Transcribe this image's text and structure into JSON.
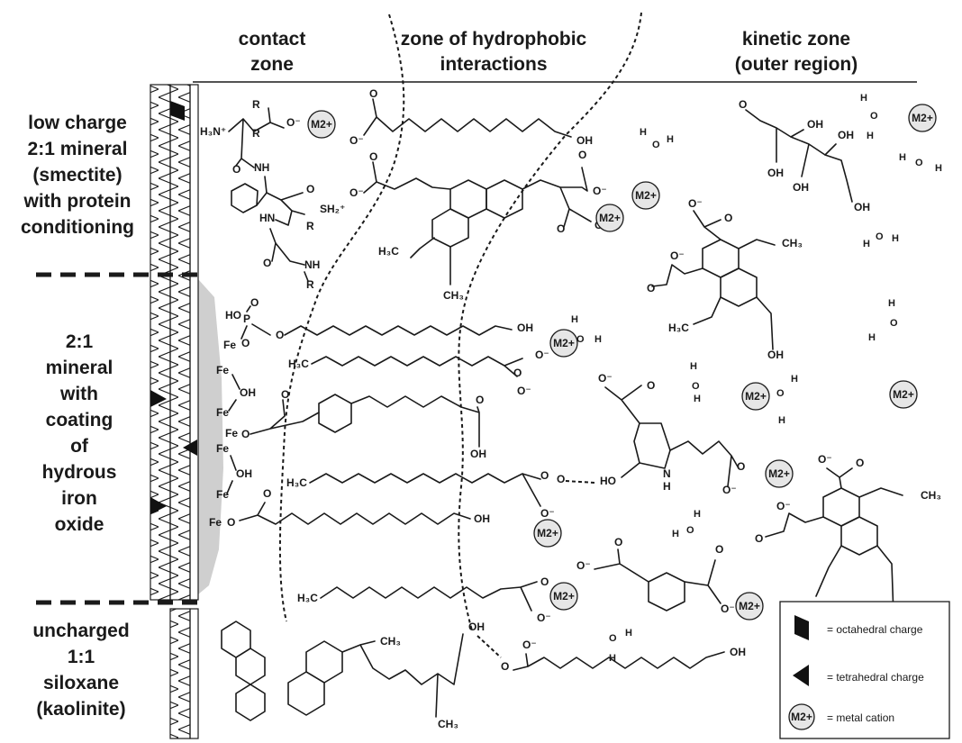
{
  "headers": {
    "contact": [
      "contact",
      "zone"
    ],
    "hydrophobic": [
      "zone of hydrophobic",
      "interactions"
    ],
    "kinetic": [
      "kinetic zone",
      "(outer region)"
    ]
  },
  "minerals": {
    "smectite": [
      "low charge",
      "2:1 mineral",
      "(smectite)",
      "with protein",
      "conditioning"
    ],
    "coated": [
      "2:1",
      "mineral",
      "with",
      "coating",
      "of",
      "hydrous",
      "iron",
      "oxide"
    ],
    "kaolinite": [
      "uncharged",
      "1:1",
      "siloxane",
      "(kaolinite)"
    ]
  },
  "cation_label": "M2+",
  "atoms": {
    "H3N": "H₃N⁺",
    "R": "R",
    "O_minus": "O⁻",
    "NH": "NH",
    "HN": "HN",
    "SH2": "SH₂⁺",
    "OH": "OH",
    "HO": "HO",
    "O": "O",
    "H": "H",
    "N": "N",
    "Fe": "Fe",
    "P": "P",
    "CH3": "CH₃",
    "H3C": "H₃C"
  },
  "legend": {
    "octahedral": "= octahedral charge",
    "tetrahedral": "= tetrahedral charge",
    "cation": "= metal cation"
  }
}
